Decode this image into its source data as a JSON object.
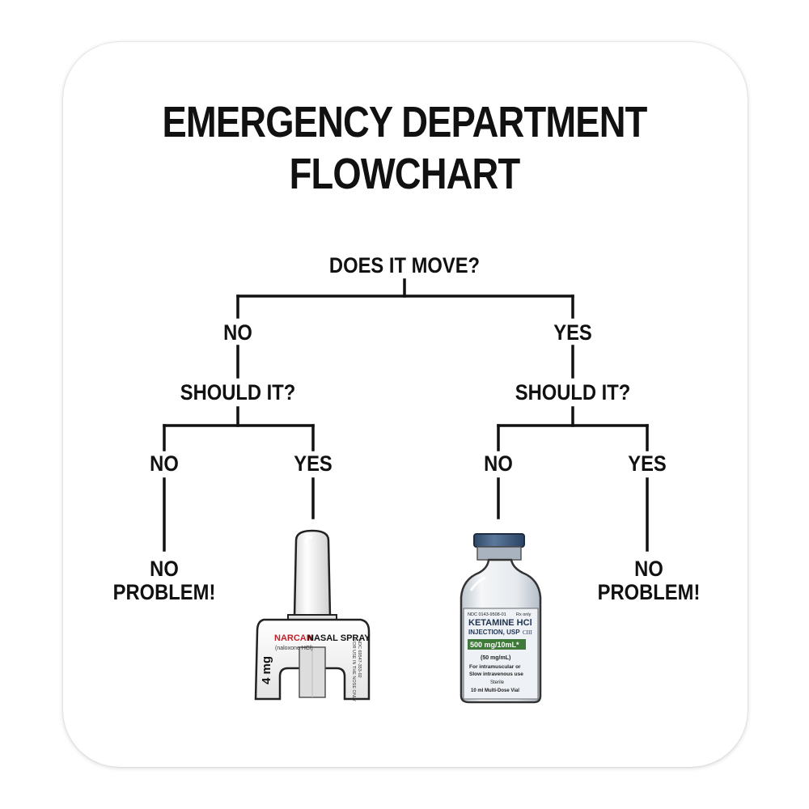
{
  "title": {
    "line1": "EMERGENCY DEPARTMENT",
    "line2": "FLOWCHART"
  },
  "flowchart": {
    "root": "DOES IT MOVE?",
    "left_answer": "NO",
    "right_answer": "YES",
    "left_question": "SHOULD IT?",
    "right_question": "SHOULD IT?",
    "leaves": {
      "ll_answer": "NO",
      "lr_answer": "YES",
      "rl_answer": "NO",
      "rr_answer": "YES",
      "ll_result_line1": "NO",
      "ll_result_line2": "PROBLEM!",
      "rr_result_line1": "NO",
      "rr_result_line2": "PROBLEM!"
    }
  },
  "narcan": {
    "brand": "NARCAN",
    "product": "NASAL SPRAY",
    "generic": "(naloxone HCl)",
    "dose": "4 mg",
    "side_text_1": "FOR USE IN THE NOSE ONLY",
    "side_text_2": "NDC 69547-353-02"
  },
  "ketamine": {
    "ndc": "NDC 0143-9508-01",
    "rx": "Rx only",
    "name": "KETAMINE HCl",
    "form": "INJECTION, USP",
    "schedule": "CIII",
    "strength": "500 mg/10mL*",
    "conc": "(50 mg/mL)",
    "use1": "For intramuscular or",
    "use2": "Slow intravenous use",
    "sterile": "Sterile",
    "vial": "10 ml Multi-Dose Vial"
  },
  "colors": {
    "ink": "#111111",
    "narcan_red": "#c0232b",
    "vial_cap": "#3b5578",
    "ketamine_green": "#3f7a3a"
  }
}
